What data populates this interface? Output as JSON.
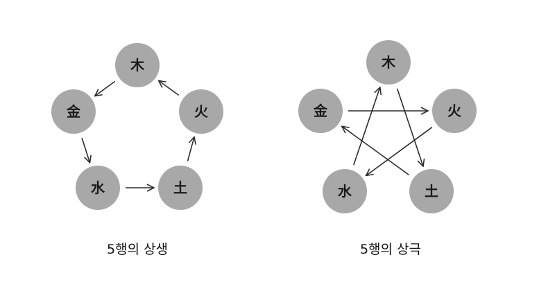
{
  "diagrams": [
    {
      "id": "sangsaeng",
      "caption": "5행의 상생",
      "nodes": {
        "wood": {
          "label": "木"
        },
        "fire": {
          "label": "火"
        },
        "earth": {
          "label": "土"
        },
        "water": {
          "label": "水"
        },
        "metal": {
          "label": "金"
        }
      },
      "edges": [
        [
          "wood",
          "metal"
        ],
        [
          "metal",
          "water"
        ],
        [
          "water",
          "earth"
        ],
        [
          "earth",
          "fire"
        ],
        [
          "fire",
          "wood"
        ]
      ]
    },
    {
      "id": "sanggeuk",
      "caption": "5행의 상극",
      "nodes": {
        "wood": {
          "label": "木"
        },
        "fire": {
          "label": "火"
        },
        "earth": {
          "label": "土"
        },
        "water": {
          "label": "水"
        },
        "metal": {
          "label": "金"
        }
      },
      "edges": [
        [
          "metal",
          "fire"
        ],
        [
          "fire",
          "water"
        ],
        [
          "water",
          "wood"
        ],
        [
          "wood",
          "earth"
        ],
        [
          "earth",
          "metal"
        ]
      ]
    }
  ],
  "colors": {
    "node_fill": "#a8a8a8",
    "edge": "#2b2b2b",
    "text": "#111111"
  }
}
